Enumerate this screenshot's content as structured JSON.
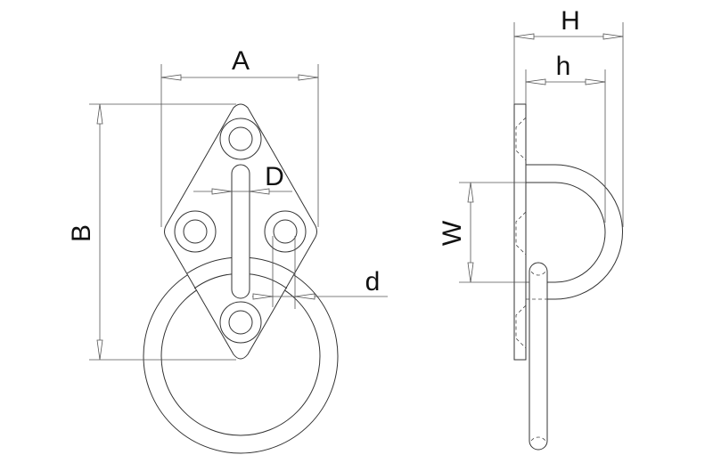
{
  "labels": {
    "A": "A",
    "B": "B",
    "D": "D",
    "d": "d",
    "H": "H",
    "h": "h",
    "W": "W"
  }
}
